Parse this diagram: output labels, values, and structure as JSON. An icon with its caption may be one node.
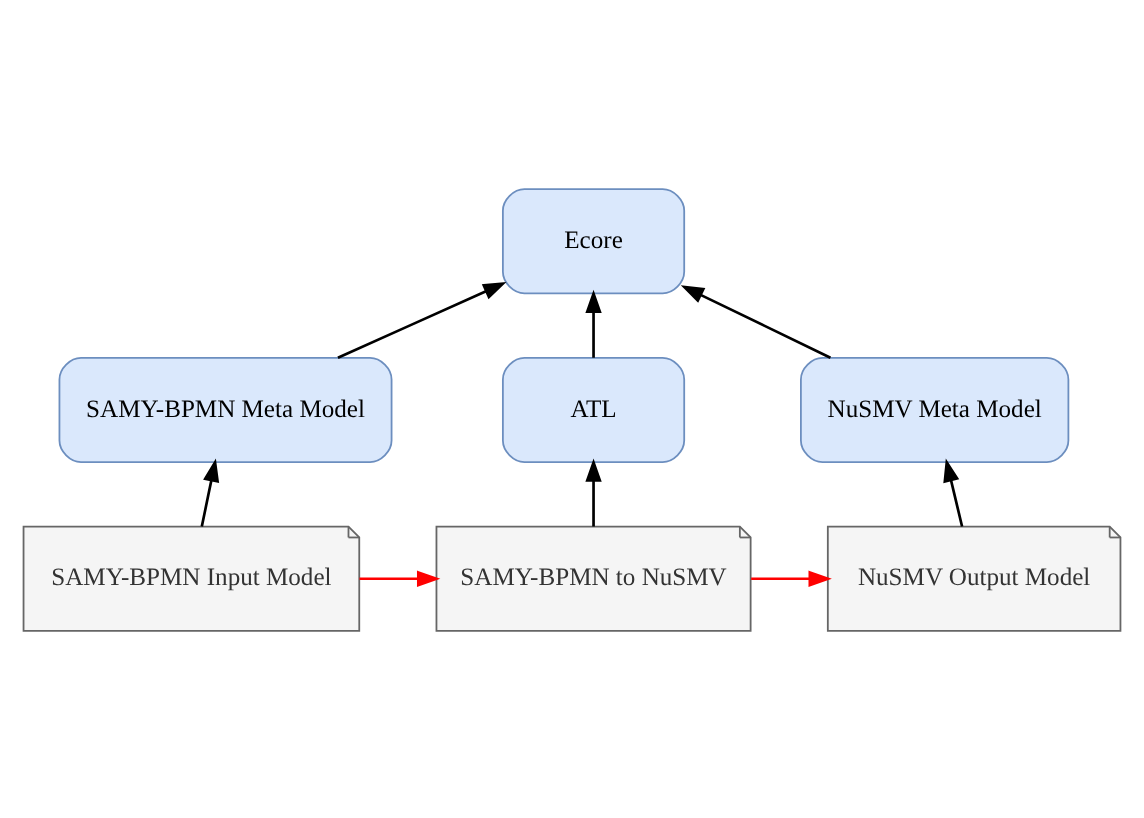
{
  "diagram": {
    "nodes": [
      {
        "text": [
          "Ecore"
        ]
      },
      {
        "text": [
          "SAMY-BPMN Meta Model"
        ]
      },
      {
        "text": [
          "ATL"
        ]
      },
      {
        "text": [
          "NuSMV Meta Model"
        ]
      },
      {
        "text": [
          "SAMY-BPMN Input Model"
        ]
      },
      {
        "text": [
          "SAMY-BPMN to NuSMV"
        ]
      },
      {
        "text": [
          "NuSMV Output Model"
        ]
      }
    ],
    "edges": [
      {
        "from": 1,
        "to": 0,
        "arrow": "to"
      },
      {
        "from": 2,
        "to": 0,
        "arrow": "to"
      },
      {
        "from": 3,
        "to": 0,
        "arrow": "to"
      },
      {
        "from": 4,
        "to": 1,
        "arrow": "to"
      },
      {
        "from": 5,
        "to": 2,
        "arrow": "to"
      },
      {
        "from": 6,
        "to": 3,
        "arrow": "to"
      },
      {
        "from": 4,
        "to": 5,
        "arrow": "to",
        "color": "#ff0000"
      },
      {
        "from": 5,
        "to": 6,
        "arrow": "to",
        "color": "#ff0000"
      }
    ]
  }
}
